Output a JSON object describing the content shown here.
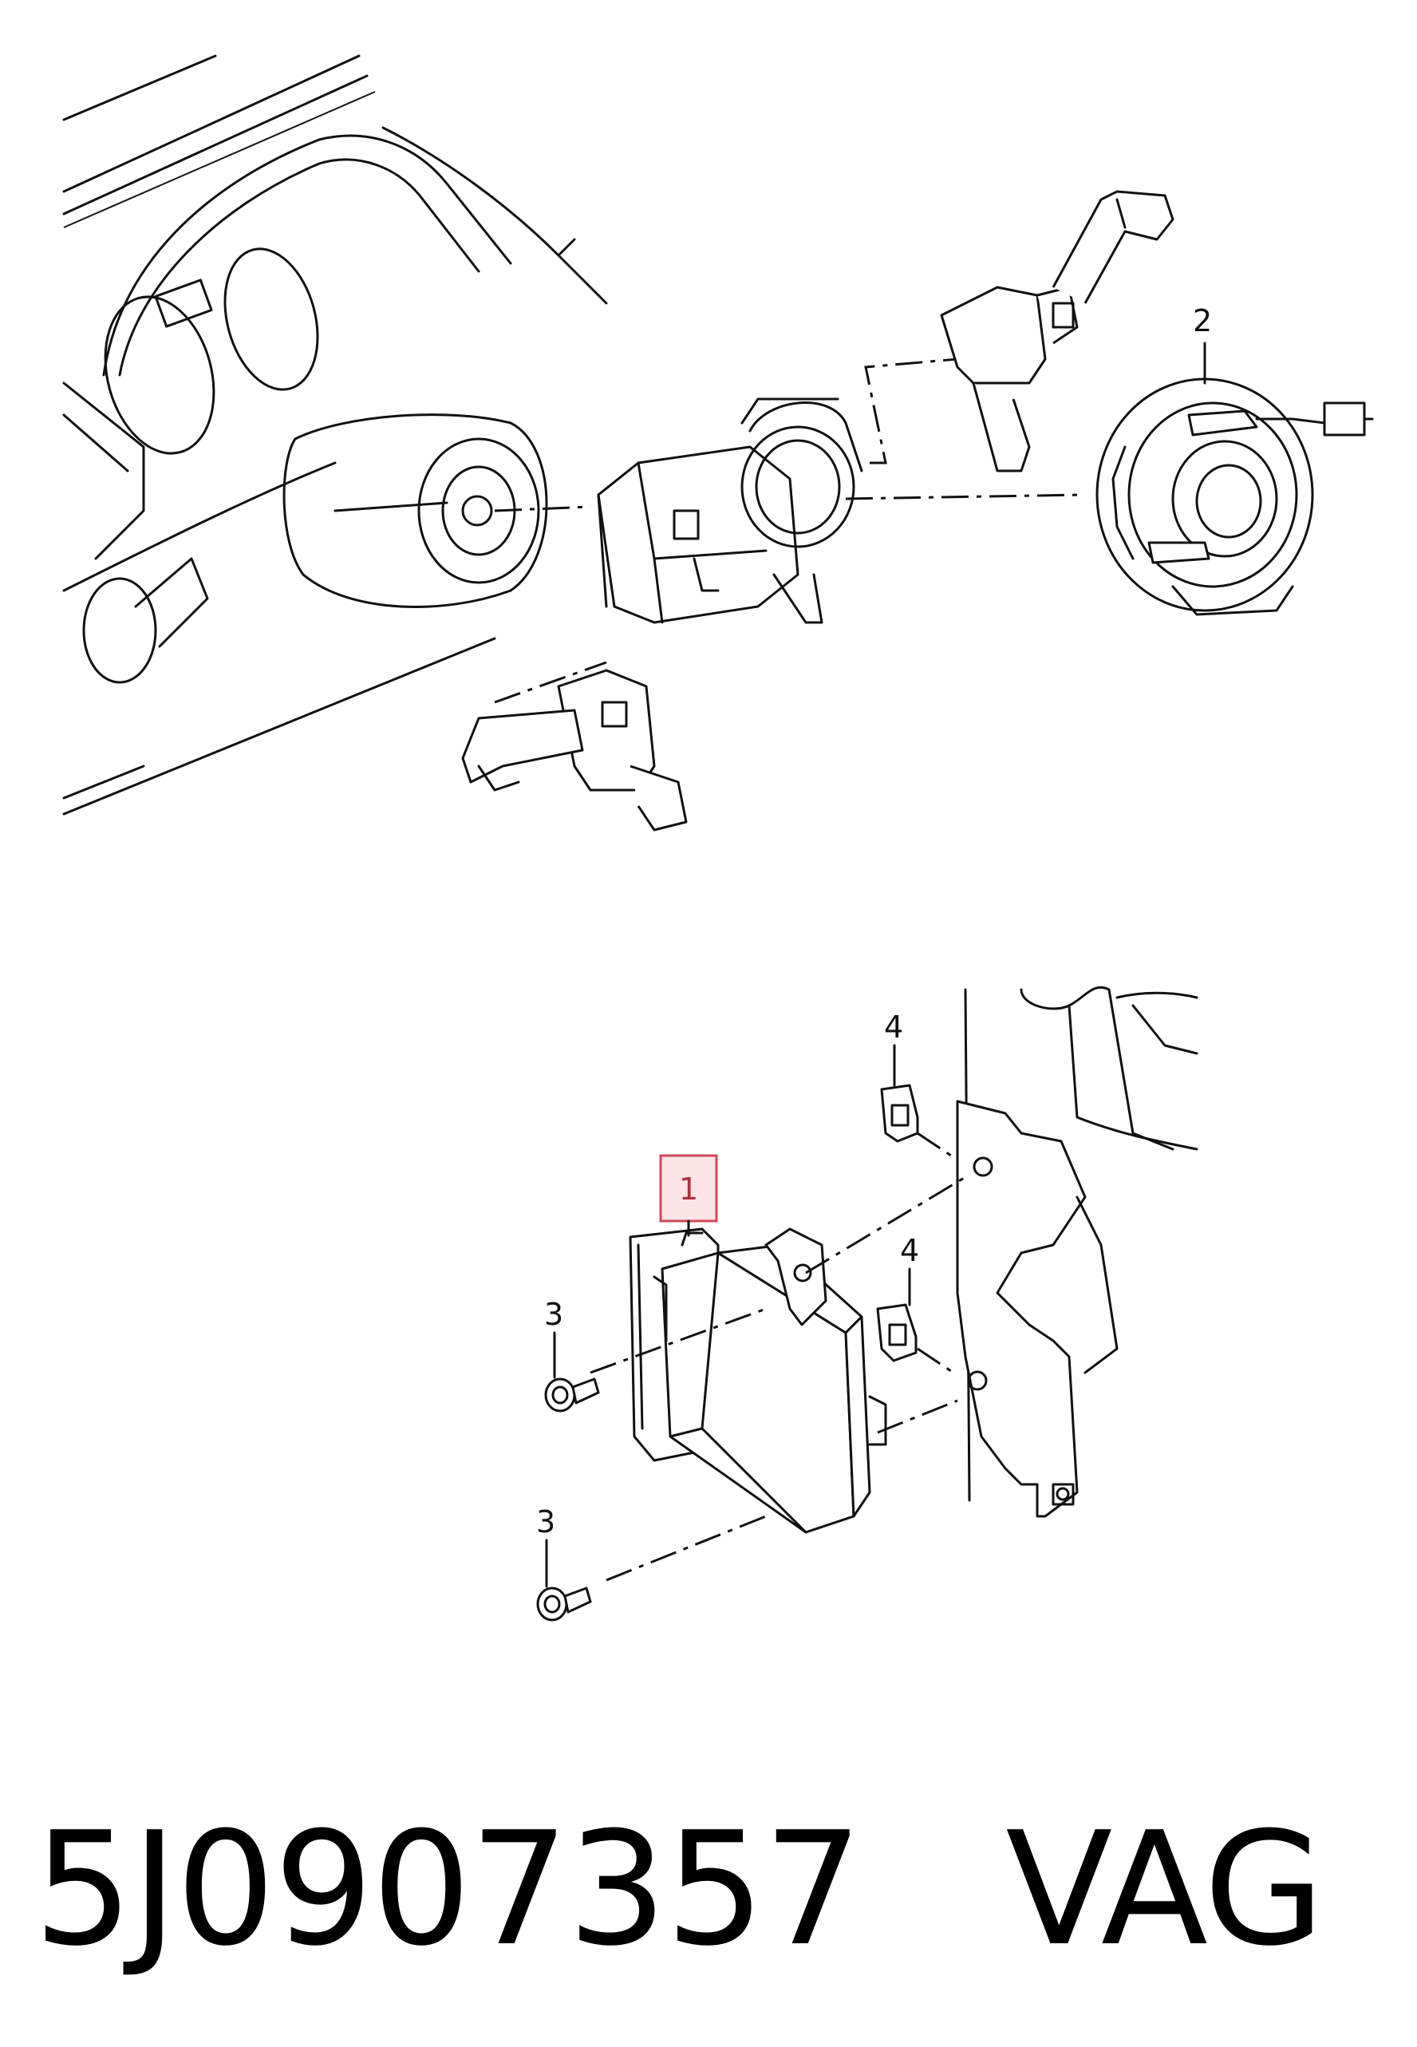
{
  "upper_assembly": {
    "callouts": [
      "2"
    ]
  },
  "lower_assembly": {
    "callouts": [
      "4",
      "1",
      "4",
      "3",
      "3"
    ],
    "highlighted_callout": "1"
  },
  "caption": {
    "part_number": "5J0907357",
    "brand": "VAG",
    "separator": "   "
  },
  "colors": {
    "line": "#111111",
    "highlight_fill": "#fde4e6",
    "highlight_stroke": "#d0485a"
  }
}
